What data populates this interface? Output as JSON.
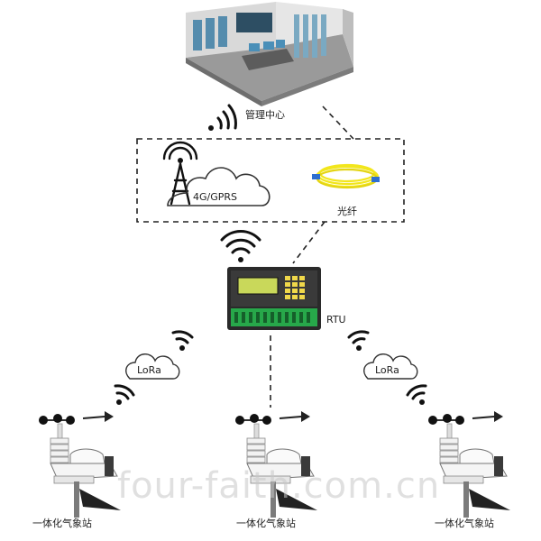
{
  "labels": {
    "management_center": "管理中心",
    "network_4g": "4G/GPRS",
    "fiber": "光纤",
    "rtu": "RTU",
    "lora_left": "LoRa",
    "lora_right": "LoRa",
    "station_left": "一体化气象站",
    "station_middle": "一体化气象站",
    "station_right": "一体化气象站"
  },
  "watermark": "four-faith.com.cn",
  "colors": {
    "fiber_yellow": "#f2e61c",
    "rtu_body": "#2a2a2a",
    "rtu_screen": "#c9d85a",
    "rtu_green": "#27a84a",
    "room_blue": "#3e7fa6"
  }
}
